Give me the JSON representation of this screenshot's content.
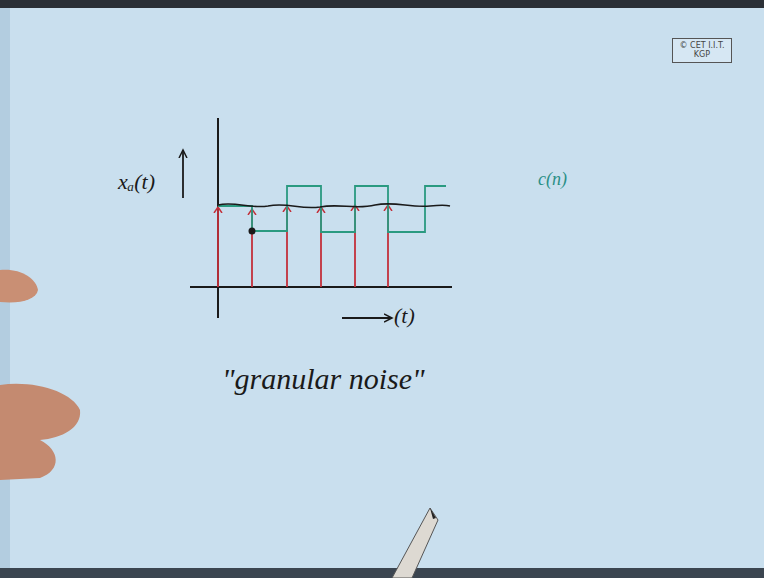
{
  "diagram": {
    "nodes": [
      {
        "text": [
          "© CET I.I.T. KGP"
        ]
      }
    ],
    "labels": [
      "xₐ(t)",
      "(t)",
      "\"granular noise\"",
      "c(n)"
    ]
  }
}
